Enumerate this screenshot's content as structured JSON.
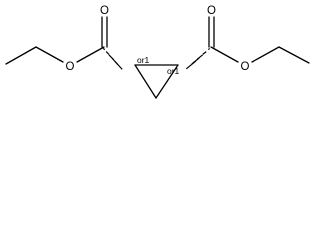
{
  "molecule": {
    "atoms": {
      "carbonyl_oxygen_left": "O",
      "ester_oxygen_left": "O",
      "carbonyl_oxygen_right": "O",
      "ester_oxygen_right": "O"
    },
    "stereo_labels": {
      "left_stereocenter": "or1",
      "right_stereocenter": "or1"
    }
  }
}
